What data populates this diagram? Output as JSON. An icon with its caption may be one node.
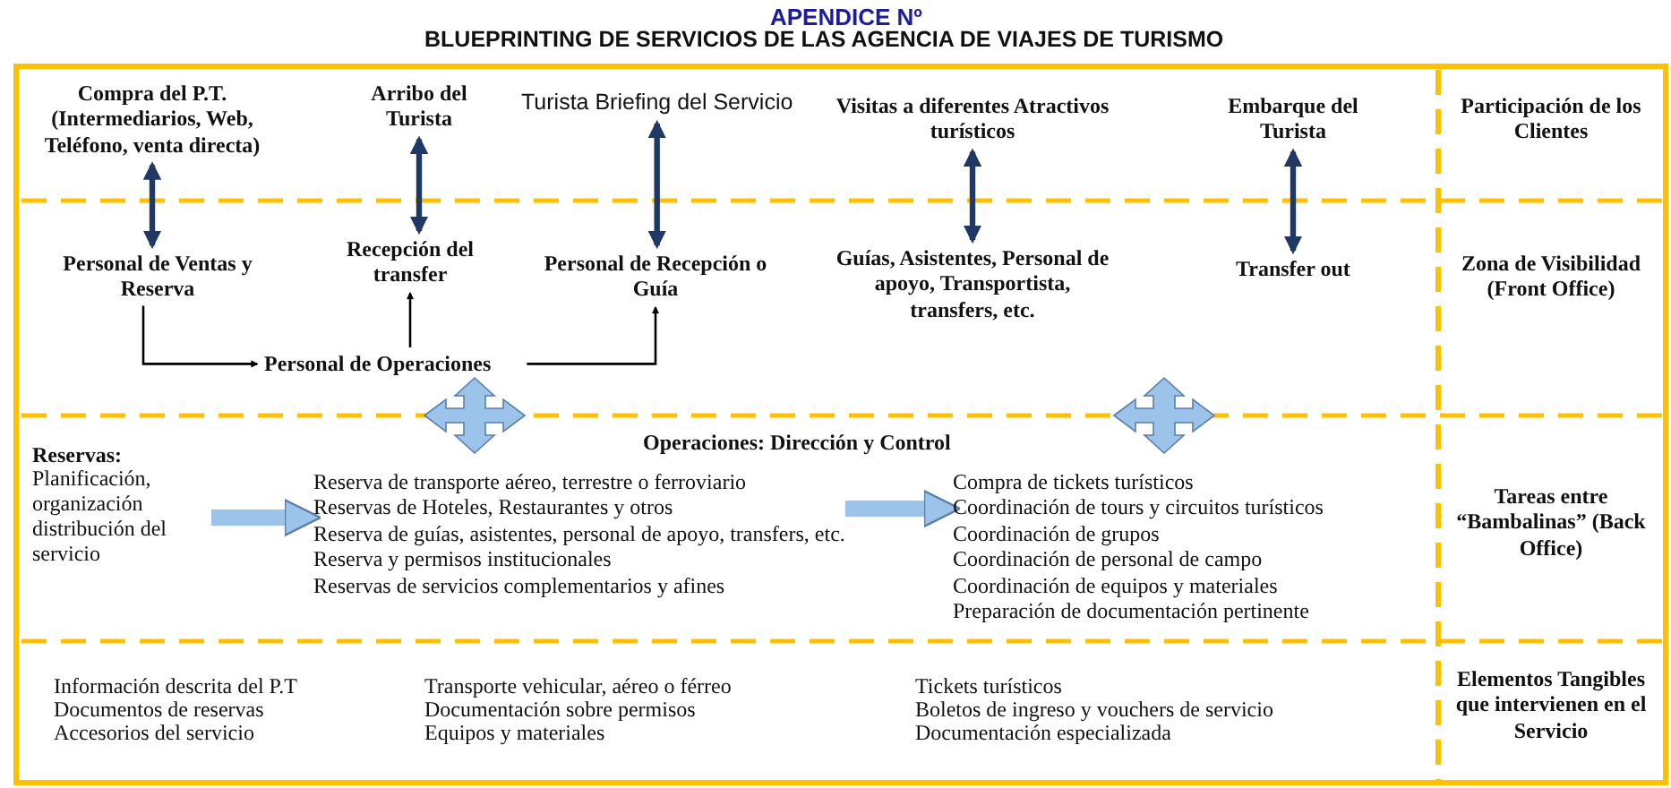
{
  "diagram": {
    "title": "APENDICE Nº",
    "nodes": [
      {
        "text": [
          "Compra del P.T. (Intermediarios, Web, Teléfono, venta directa)"
        ]
      },
      {
        "text": [
          "Arribo del Turista"
        ]
      },
      {
        "text": [
          "Turista Briefing del Servicio"
        ]
      },
      {
        "text": [
          "Visitas a diferentes Atractivos turísticos"
        ]
      },
      {
        "text": [
          "Embarque del Turista"
        ]
      },
      {
        "text": [
          "Personal de Ventas y Reserva"
        ]
      },
      {
        "text": [
          "Recepción del transfer"
        ]
      },
      {
        "text": [
          "Personal de Recepción o Guía"
        ]
      },
      {
        "text": [
          "Guías, Asistentes, Personal de apoyo, Transportista, transfers, etc."
        ]
      },
      {
        "text": [
          "Transfer out"
        ]
      },
      {
        "text": [
          "Personal de Operaciones"
        ]
      },
      {
        "text": [
          "Reservas:",
          "Planificación, organización distribución del servicio"
        ]
      },
      {
        "text": [
          "Reserva de transporte aéreo, terrestre o ferroviario",
          "Reservas de Hoteles, Restaurantes y otros",
          "Reserva de guías, asistentes, personal de apoyo, transfers, etc.",
          "Reserva y permisos institucionales",
          "Reservas de servicios complementarios y afines"
        ]
      },
      {
        "text": [
          "Compra de tickets turísticos",
          "Coordinación de tours y circuitos turísticos",
          "Coordinación de grupos",
          "Coordinación de personal de campo",
          "Coordinación de equipos y materiales",
          "Preparación de documentación pertinente"
        ]
      }
    ],
    "edges": [
      {
        "from": 0,
        "to": 5,
        "arrow": "both"
      },
      {
        "from": 1,
        "to": 6,
        "arrow": "both"
      },
      {
        "from": 2,
        "to": 7,
        "arrow": "both"
      },
      {
        "from": 3,
        "to": 8,
        "arrow": "both"
      },
      {
        "from": 4,
        "to": 9,
        "arrow": "both"
      },
      {
        "from": 5,
        "to": 10,
        "arrow": "to",
        "color": "#000000"
      },
      {
        "from": 10,
        "to": 6,
        "arrow": "to",
        "color": "#000000"
      },
      {
        "from": 10,
        "to": 7,
        "arrow": "to",
        "color": "#000000"
      },
      {
        "from": 11,
        "to": 12,
        "arrow": "to",
        "style": "thick",
        "color": "#9cc3ea"
      },
      {
        "from": 12,
        "to": 13,
        "arrow": "to",
        "style": "thick",
        "color": "#9cc3ea"
      }
    ],
    "labels": [
      "BLUEPRINTING DE SERVICIOS DE LAS AGENCIA DE VIAJES DE TURISMO",
      "Participación de los Clientes",
      "Zona de Visibilidad (Front Office)",
      "Operaciones: Dirección y Control",
      "Tareas entre “Bambalinas” (Back Office)",
      "Información descrita del P.T",
      "Transporte vehicular, aéreo o férreo",
      "Tickets turísticos",
      "Elementos Tangibles que intervienen en el Servicio",
      "Documentos de reservas",
      "Documentación sobre permisos",
      "Boletos de ingreso y vouchers de servicio",
      "Accesorios del servicio",
      "Equipos y materiales",
      "Documentación especializada"
    ]
  }
}
